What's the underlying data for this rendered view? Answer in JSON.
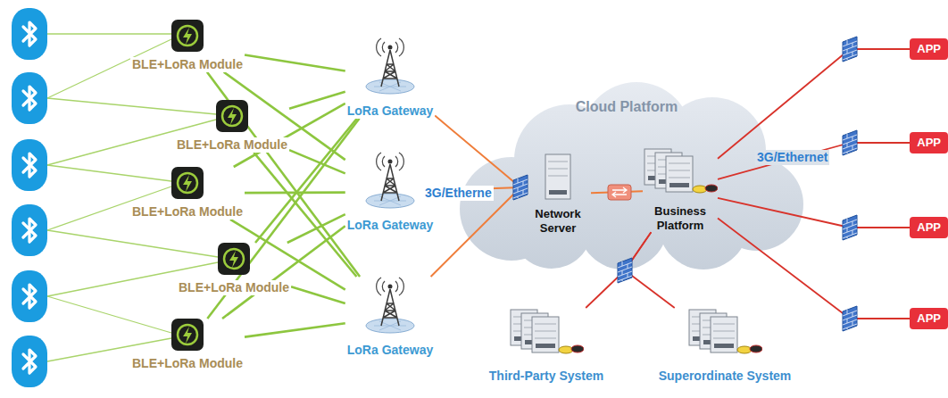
{
  "diagram": {
    "nodes": [
      {
        "text": [
          "BLE+LoRa Module"
        ]
      },
      {
        "text": [
          "BLE+LoRa Module"
        ]
      },
      {
        "text": [
          "BLE+LoRa Module"
        ]
      },
      {
        "text": [
          "BLE+LoRa Module"
        ]
      },
      {
        "text": [
          "BLE+LoRa Module"
        ]
      },
      {
        "text": [
          "LoRa Gateway"
        ]
      },
      {
        "text": [
          "LoRa Gateway"
        ]
      },
      {
        "text": [
          "LoRa Gateway"
        ]
      },
      {
        "text": [
          "Cloud Platform"
        ]
      },
      {
        "text": [
          "Network Server"
        ],
        "in": 8
      },
      {
        "text": [
          "Business Platform"
        ],
        "in": 8
      },
      {
        "text": [
          "APP"
        ]
      },
      {
        "text": [
          "APP"
        ]
      },
      {
        "text": [
          "APP"
        ]
      },
      {
        "text": [
          "APP"
        ]
      },
      {
        "text": [
          "Third-Party System"
        ]
      },
      {
        "text": [
          "Superordinate System"
        ]
      }
    ],
    "edges": [
      {
        "from": 0,
        "to": 5,
        "arrow": "none"
      },
      {
        "from": 0,
        "to": 6,
        "arrow": "none"
      },
      {
        "from": 0,
        "to": 7,
        "arrow": "none"
      },
      {
        "from": 1,
        "to": 5,
        "arrow": "none"
      },
      {
        "from": 1,
        "to": 6,
        "arrow": "none"
      },
      {
        "from": 1,
        "to": 7,
        "arrow": "none"
      },
      {
        "from": 2,
        "to": 5,
        "arrow": "none"
      },
      {
        "from": 2,
        "to": 6,
        "arrow": "none"
      },
      {
        "from": 2,
        "to": 7,
        "arrow": "none"
      },
      {
        "from": 3,
        "to": 5,
        "arrow": "none"
      },
      {
        "from": 3,
        "to": 6,
        "arrow": "none"
      },
      {
        "from": 3,
        "to": 7,
        "arrow": "none"
      },
      {
        "from": 4,
        "to": 5,
        "arrow": "none"
      },
      {
        "from": 4,
        "to": 6,
        "arrow": "none"
      },
      {
        "from": 4,
        "to": 7,
        "arrow": "none"
      },
      {
        "from": 5,
        "to": 9,
        "arrow": "none"
      },
      {
        "from": 6,
        "to": 9,
        "arrow": "none"
      },
      {
        "from": 7,
        "to": 9,
        "arrow": "none"
      },
      {
        "from": 9,
        "to": 10,
        "arrow": "none"
      },
      {
        "from": 10,
        "to": 11,
        "arrow": "none"
      },
      {
        "from": 10,
        "to": 12,
        "arrow": "none"
      },
      {
        "from": 10,
        "to": 13,
        "arrow": "none"
      },
      {
        "from": 10,
        "to": 14,
        "arrow": "none"
      },
      {
        "from": 10,
        "to": 15,
        "arrow": "none"
      },
      {
        "from": 10,
        "to": 16,
        "arrow": "none"
      }
    ],
    "labels": [
      "3G/Etherne",
      "3G/Ethernet"
    ]
  }
}
